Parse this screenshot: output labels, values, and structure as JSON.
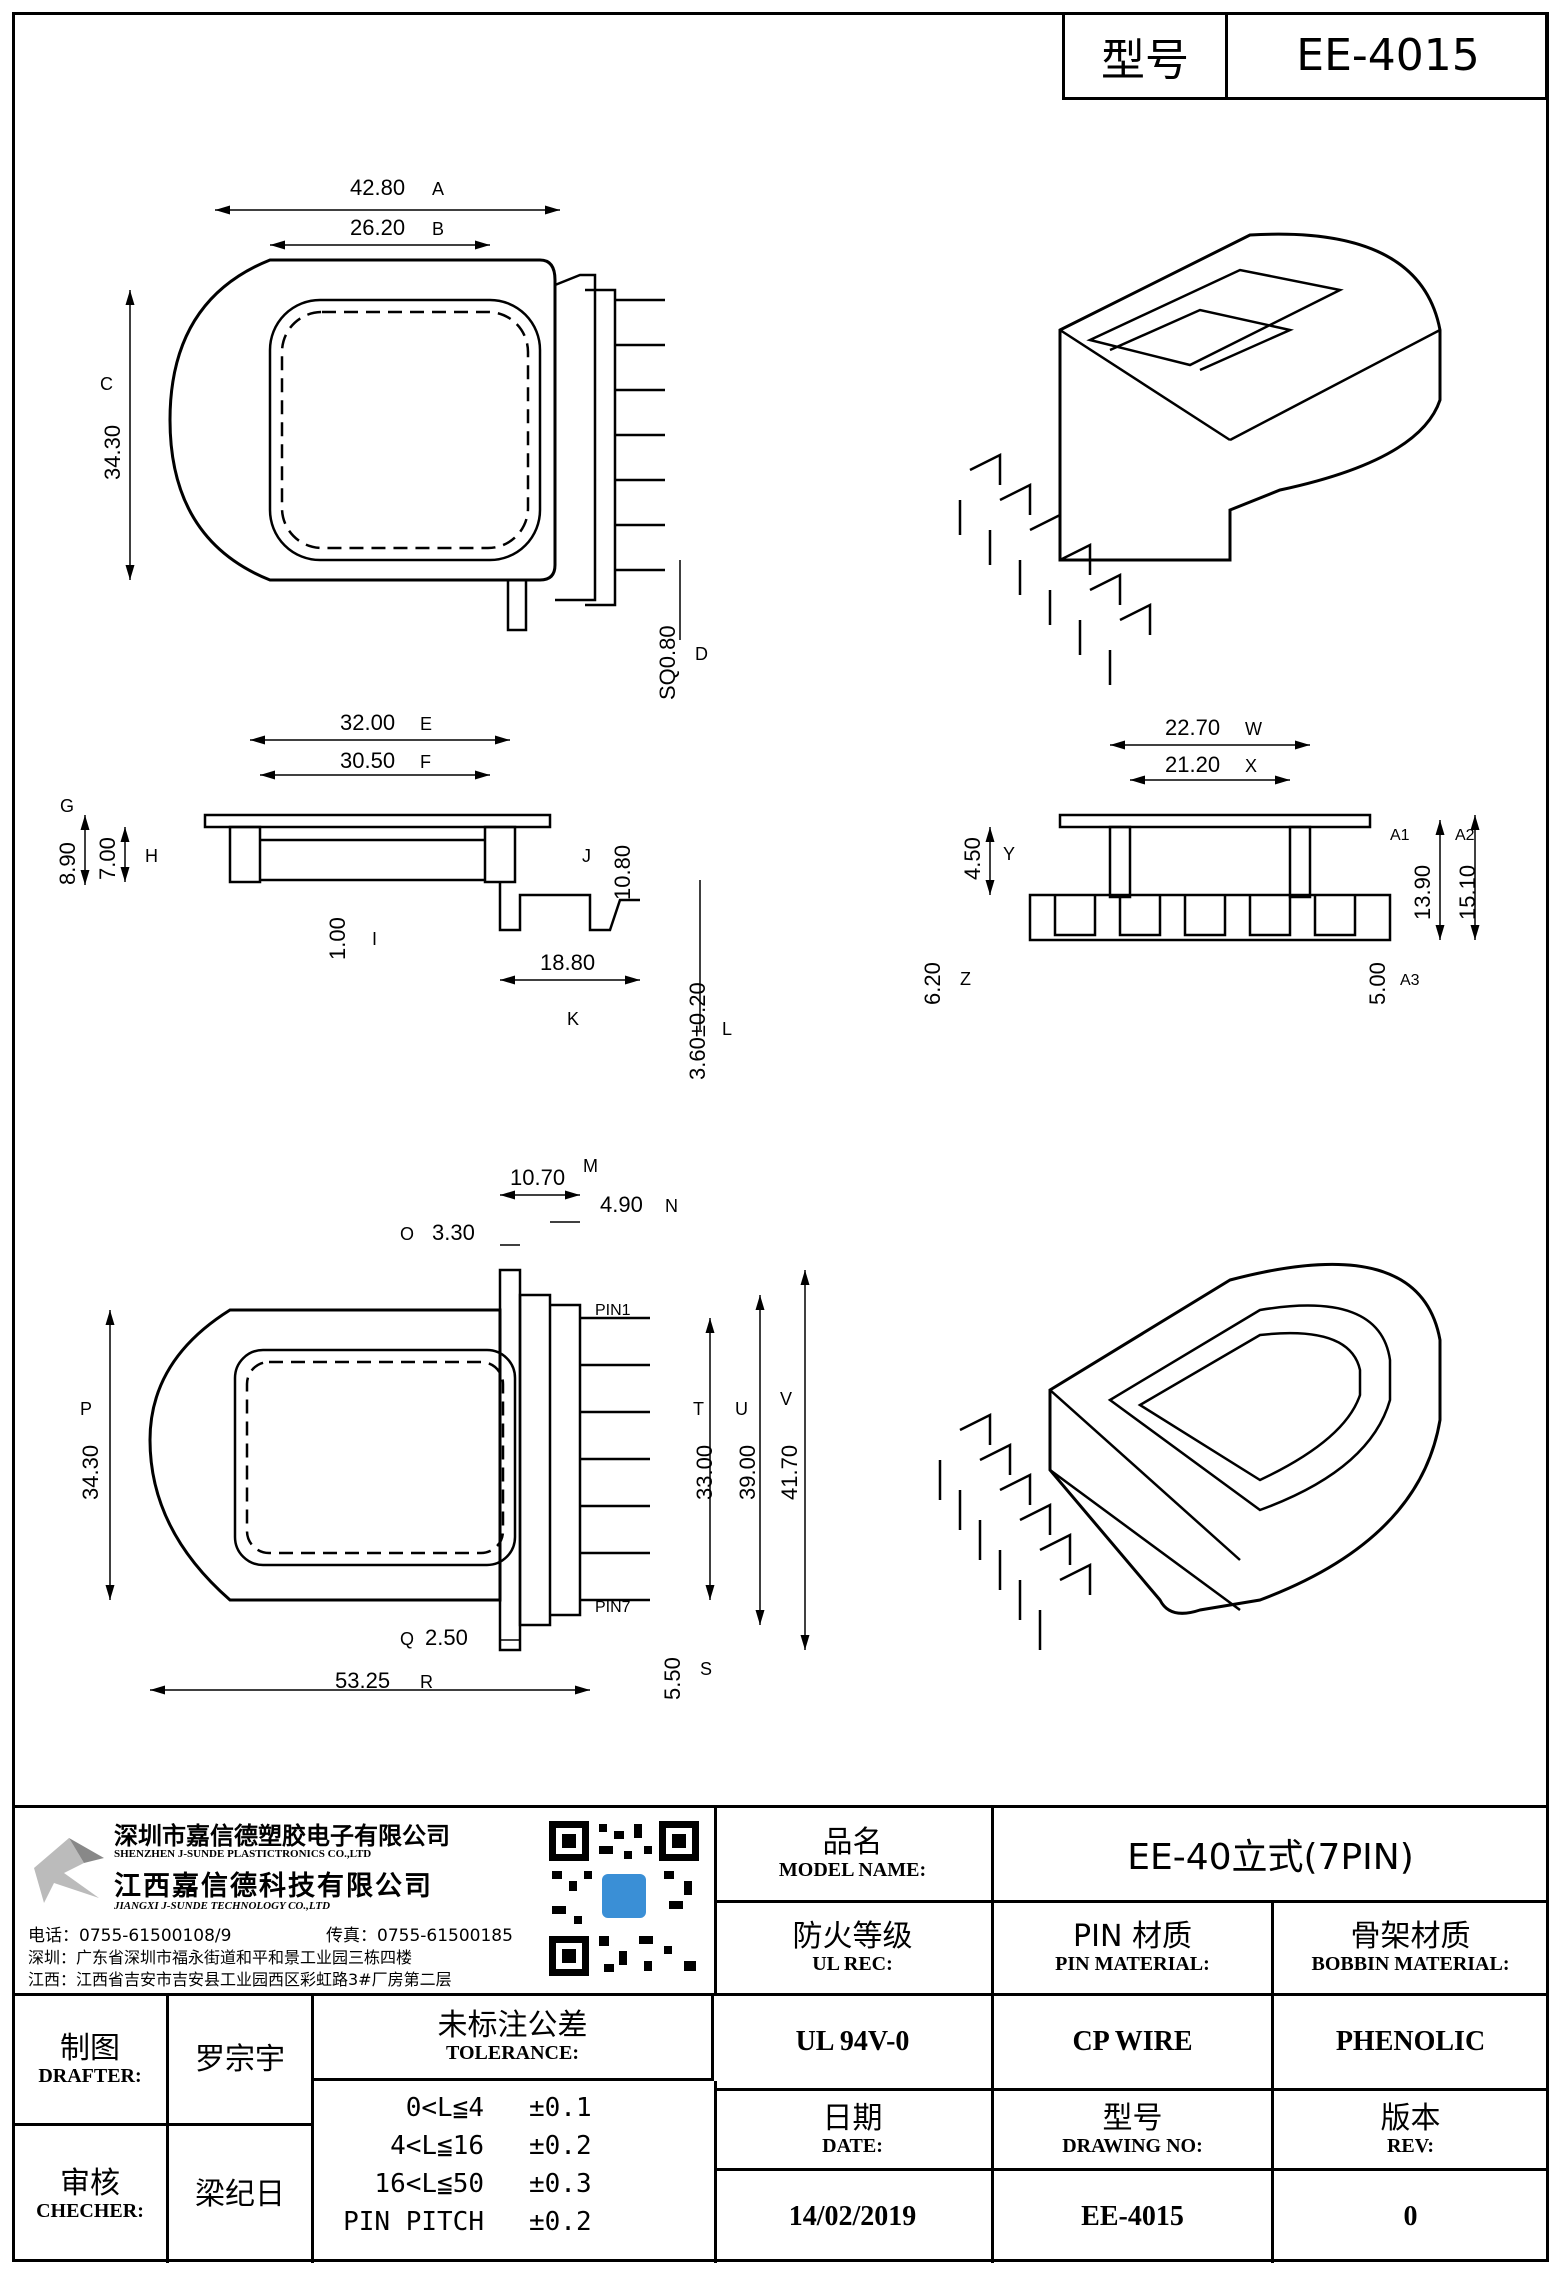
{
  "header": {
    "model_label": "型号",
    "model_value": "EE-4015"
  },
  "dims": {
    "A": "42.80",
    "B": "26.20",
    "C": "34.30",
    "D": "SQ0.80",
    "E": "32.00",
    "F": "30.50",
    "G": "8.90",
    "H": "7.00",
    "I": "1.00",
    "J": "10.80",
    "K": "18.80",
    "L": "3.60±0.20",
    "W": "22.70",
    "X": "21.20",
    "Y": "4.50",
    "Z": "6.20",
    "A1": "13.90",
    "A2": "15.10",
    "A3": "5.00",
    "M": "10.70",
    "N": "4.90",
    "O": "3.30",
    "P": "34.30",
    "T": "33.00",
    "U": "39.00",
    "V": "41.70",
    "Q": "2.50",
    "R": "53.25",
    "S": "5.50",
    "pin1": "PIN1",
    "pin7": "PIN7"
  },
  "dim_letters": {
    "A": "A",
    "B": "B",
    "C": "C",
    "D": "D",
    "E": "E",
    "F": "F",
    "G": "G",
    "H": "H",
    "I": "I",
    "J": "J",
    "K": "K",
    "L": "L",
    "W": "W",
    "X": "X",
    "Y": "Y",
    "Z": "Z",
    "A1": "A1",
    "A2": "A2",
    "A3": "A3",
    "M": "M",
    "N": "N",
    "O": "O",
    "P": "P",
    "T": "T",
    "U": "U",
    "V": "V",
    "Q": "Q",
    "R": "R",
    "S": "S"
  },
  "company": {
    "name_sz": "深圳市嘉信德塑胶电子有限公司",
    "name_sz_en": "SHENZHEN J-SUNDE PLASTICTRONICS CO.,LTD",
    "name_jx": "江西嘉信德科技有限公司",
    "name_jx_en": "JIANGXI J-SUNDE TECHNOLOGY CO.,LTD",
    "phone": "电话：0755-61500108/9",
    "fax": "传真：0755-61500185",
    "addr_sz": "深圳：广东省深圳市福永街道和平和景工业园三栋四楼",
    "addr_jx": "江西：江西省吉安市吉安县工业园西区彩虹路3#厂房第二层"
  },
  "title_block": {
    "product_name_cn": "品名",
    "product_name_en": "MODEL NAME:",
    "product_name_value": "EE-40立式(7PIN)",
    "ul_cn": "防火等级",
    "ul_en": "UL REC:",
    "ul_value": "UL 94V-0",
    "pin_cn": "PIN 材质",
    "pin_en": "PIN MATERIAL:",
    "pin_value": "CP WIRE",
    "bobbin_cn": "骨架材质",
    "bobbin_en": "BOBBIN MATERIAL:",
    "bobbin_value": "PHENOLIC",
    "drafter_cn": "制图",
    "drafter_en": "DRAFTER:",
    "drafter_value": "罗宗宇",
    "checker_cn": "审核",
    "checker_en": "CHECHER:",
    "checker_value": "梁纪日",
    "tol_cn": "未标注公差",
    "tol_en": "TOLERANCE:",
    "tolerances": [
      {
        "range": "0<L≦4",
        "value": "±0.1"
      },
      {
        "range": "4<L≦16",
        "value": "±0.2"
      },
      {
        "range": "16<L≦50",
        "value": "±0.3"
      },
      {
        "range": "PIN PITCH",
        "value": "±0.2"
      }
    ],
    "date_cn": "日期",
    "date_en": "DATE:",
    "date_value": "14/02/2019",
    "drawing_cn": "型号",
    "drawing_en": "DRAWING NO:",
    "drawing_value": "EE-4015",
    "rev_cn": "版本",
    "rev_en": "REV:",
    "rev_value": "0"
  }
}
